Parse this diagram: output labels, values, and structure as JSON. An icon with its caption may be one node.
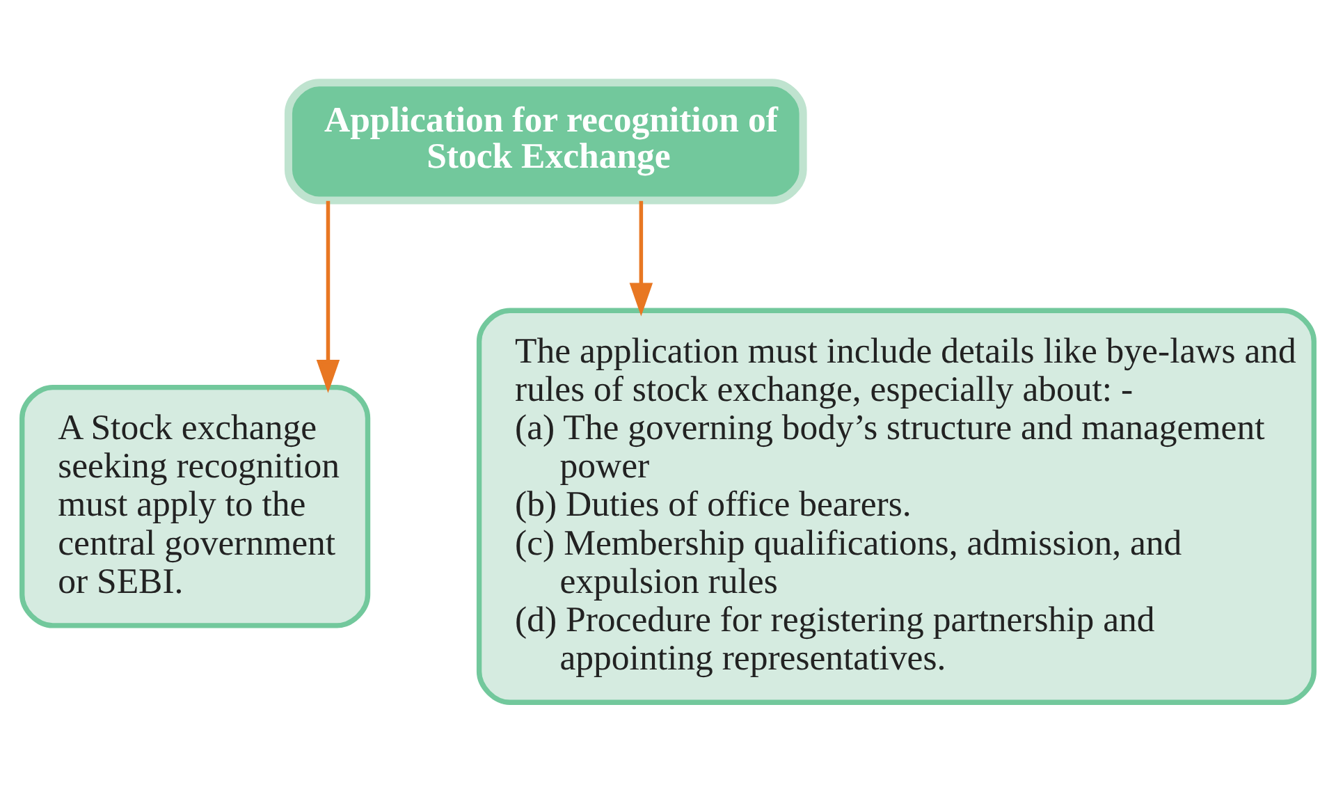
{
  "diagram": {
    "nodes": [
      {
        "text": [
          "Application for recognition of Stock Exchange"
        ]
      },
      {
        "text": [
          "A Stock exchange seeking recognition must apply to the central government or SEBI."
        ]
      },
      {
        "text": [
          "The application must include details like bye-laws and rules of stock exchange, especially about: -",
          "(a) The governing body’s structure and management power",
          "(b) Duties of office bearers.",
          "(c) Membership qualifications, admission, and expulsion rules",
          "(d) Procedure for registering partnership and appointing representatives."
        ]
      }
    ],
    "edges": [
      {
        "from": 0,
        "to": 1,
        "arrow": "to"
      },
      {
        "from": 0,
        "to": 2,
        "arrow": "to"
      }
    ]
  }
}
